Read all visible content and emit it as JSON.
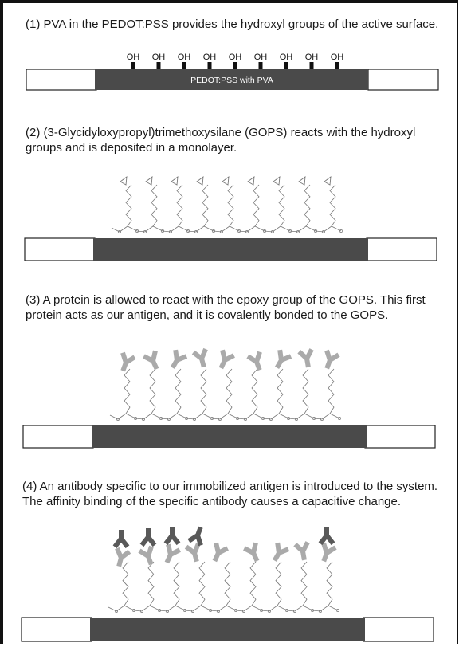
{
  "steps": [
    {
      "caption": "(1) PVA in the PEDOT:PSS provides the hydroxyl groups of the active surface."
    },
    {
      "caption": "(2) (3-Glycidyloxypropyl)trimethoxysilane (GOPS) reacts with the hydroxyl groups and is deposited in a monolayer."
    },
    {
      "caption": "(3) A protein is allowed to react with the epoxy group  of the GOPS. This first protein acts as our antigen, and it is covalently bonded to the GOPS."
    },
    {
      "caption": "(4) An antibody specific to our immobilized antigen is introduced to the system. The affinity binding of the specific antibody causes a capacitive change."
    }
  ],
  "substrate_label": "PEDOT:PSS with PVA",
  "hydroxyl_label": "OH",
  "hydroxyl_count": 9,
  "chain_count": 9,
  "colors": {
    "substrate": "#4a4a4a",
    "antigen": "#aaaaaa",
    "antibody": "#595959",
    "chain": "#777777"
  }
}
